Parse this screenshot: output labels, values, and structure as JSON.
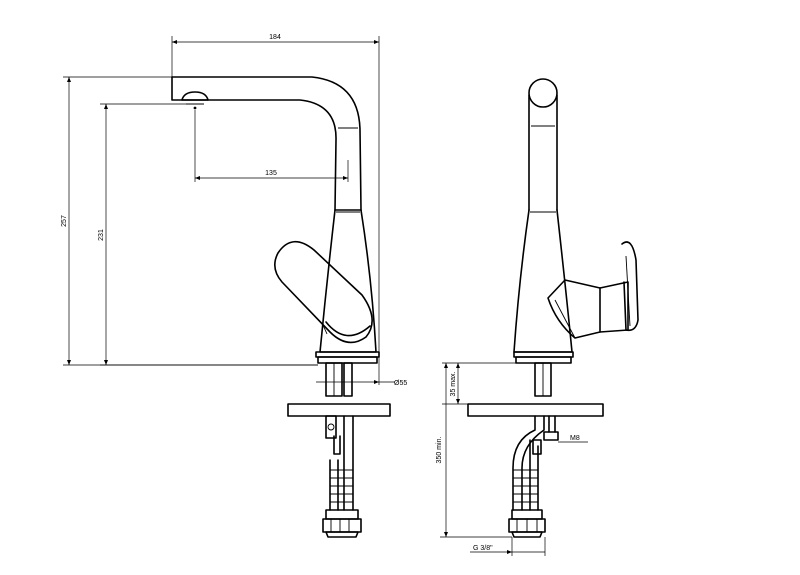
{
  "dimensions": {
    "overall_width": "184",
    "overall_height": "257",
    "outlet_height": "231",
    "spout_reach": "135",
    "base_diameter": "Ø55",
    "deck_thickness": "35 max.",
    "hose_length": "350 min.",
    "stud_thread": "M8",
    "connection_thread": "G 3/8\""
  }
}
